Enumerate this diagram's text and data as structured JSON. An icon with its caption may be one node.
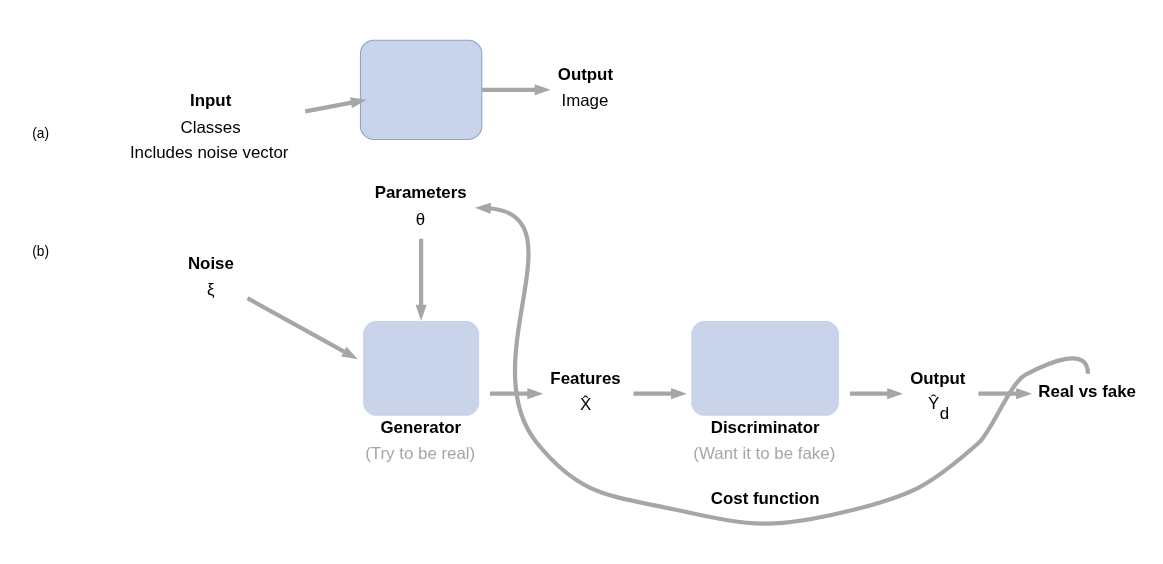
{
  "diagram": {
    "nodes": [
      {
        "text": [
          "Input",
          "Classes",
          "Includes noise vector"
        ]
      },
      {
        "text": [],
        "shape": "box"
      },
      {
        "text": [
          "Output",
          "Image"
        ]
      },
      {
        "text": [
          "Parameters",
          "θ"
        ]
      },
      {
        "text": [
          "Noise",
          "ξ"
        ]
      },
      {
        "text": [
          "Generator"
        ],
        "beside": [
          "(Try to be real)"
        ]
      },
      {
        "text": [
          "Features",
          "X̂"
        ]
      },
      {
        "text": [
          "Discriminator"
        ],
        "beside": [
          "(Want it to be fake)"
        ]
      },
      {
        "text": [
          "Output",
          "Ŷ$_{d}$"
        ]
      },
      {
        "text": [
          "Real vs fake"
        ]
      }
    ],
    "edges": [
      {
        "from": 0,
        "to": 1,
        "arrow": "to"
      },
      {
        "from": 1,
        "to": 2,
        "arrow": "to"
      },
      {
        "from": 3,
        "to": 5,
        "arrow": "to"
      },
      {
        "from": 4,
        "to": 5,
        "arrow": "to"
      },
      {
        "from": 5,
        "to": 6,
        "arrow": "to"
      },
      {
        "from": 6,
        "to": 7,
        "arrow": "to"
      },
      {
        "from": 7,
        "to": 8,
        "arrow": "to"
      },
      {
        "from": 8,
        "to": 9,
        "arrow": "to"
      },
      {
        "from": 9,
        "to": 3,
        "arrow": "to",
        "label": "Cost function"
      }
    ],
    "labels": [
      "(a)",
      "(b)"
    ]
  }
}
